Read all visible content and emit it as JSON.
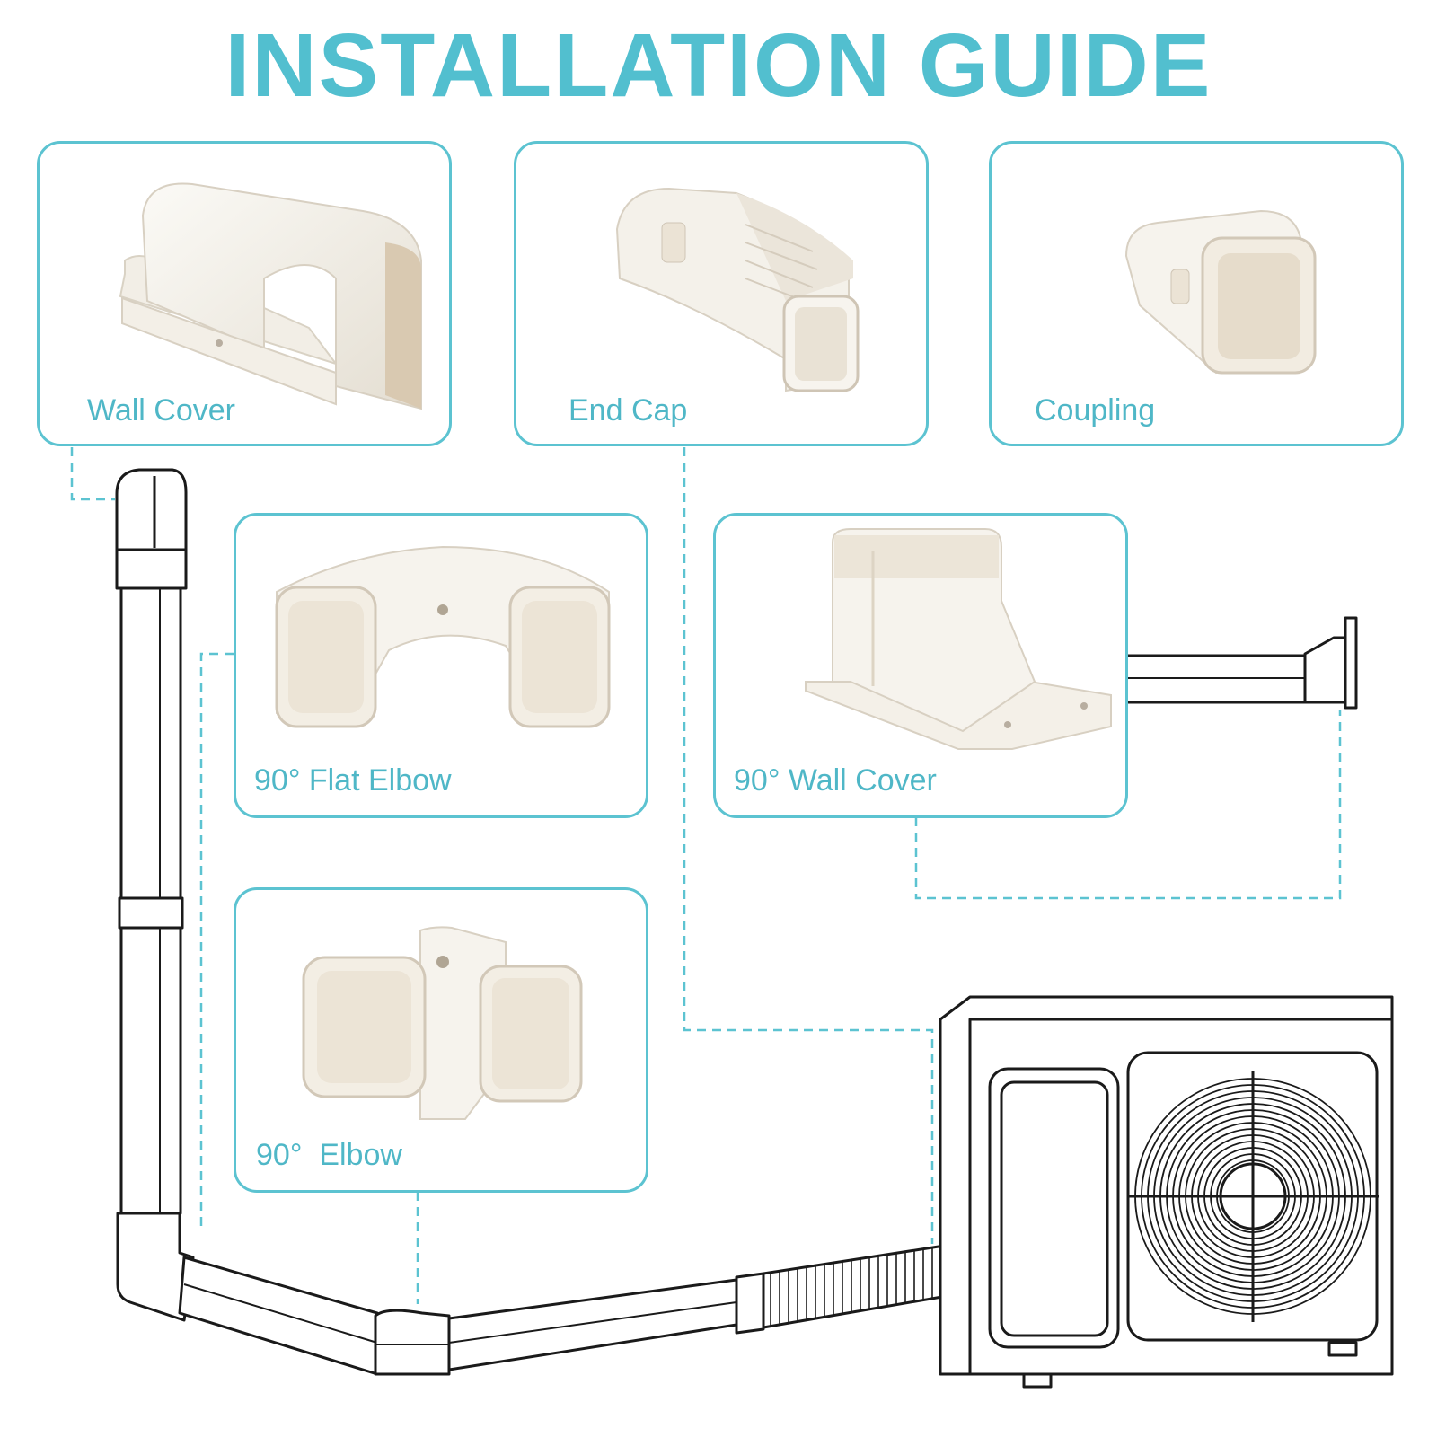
{
  "title": "INSTALLATION GUIDE",
  "accent_color": "#52bfcf",
  "parts": [
    {
      "label": "Wall Cover",
      "icon": "wall-cover-part"
    },
    {
      "label": "End Cap",
      "icon": "end-cap-part"
    },
    {
      "label": "Coupling",
      "icon": "coupling-part"
    },
    {
      "label": "90° Flat Elbow",
      "icon": "flat-elbow-part"
    },
    {
      "label": "90° Wall Cover",
      "icon": "wall-cover-90-part"
    },
    {
      "label": "90°  Elbow",
      "icon": "elbow-part"
    }
  ]
}
